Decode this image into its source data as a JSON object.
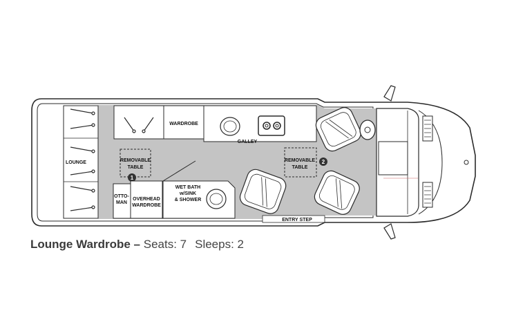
{
  "floorplan": {
    "labels": {
      "lounge": "LOUNGE",
      "wardrobe": "WARDROBE",
      "galley": "GALLEY",
      "removable_table_1a": "REMOVABLE",
      "removable_table_1b": "TABLE",
      "removable_table_2a": "REMOVABLE",
      "removable_table_2b": "TABLE",
      "ottoman_a": "OTTO-",
      "ottoman_b": "MAN",
      "overhead_a": "OVERHEAD",
      "overhead_b": "WARDROBE",
      "bath_a": "WET BATH",
      "bath_b": "w/SINK",
      "bath_c": "& SHOWER",
      "entry_step": "ENTRY STEP",
      "marker_1": "1",
      "marker_2": "2"
    },
    "colors": {
      "floor": "#c4c4c4",
      "outline": "#2a2a2a",
      "marker": "#333333"
    }
  },
  "caption": {
    "model": "Lounge Wardrobe –",
    "seats": "Seats: 7",
    "sleeps": "Sleeps: 2"
  }
}
